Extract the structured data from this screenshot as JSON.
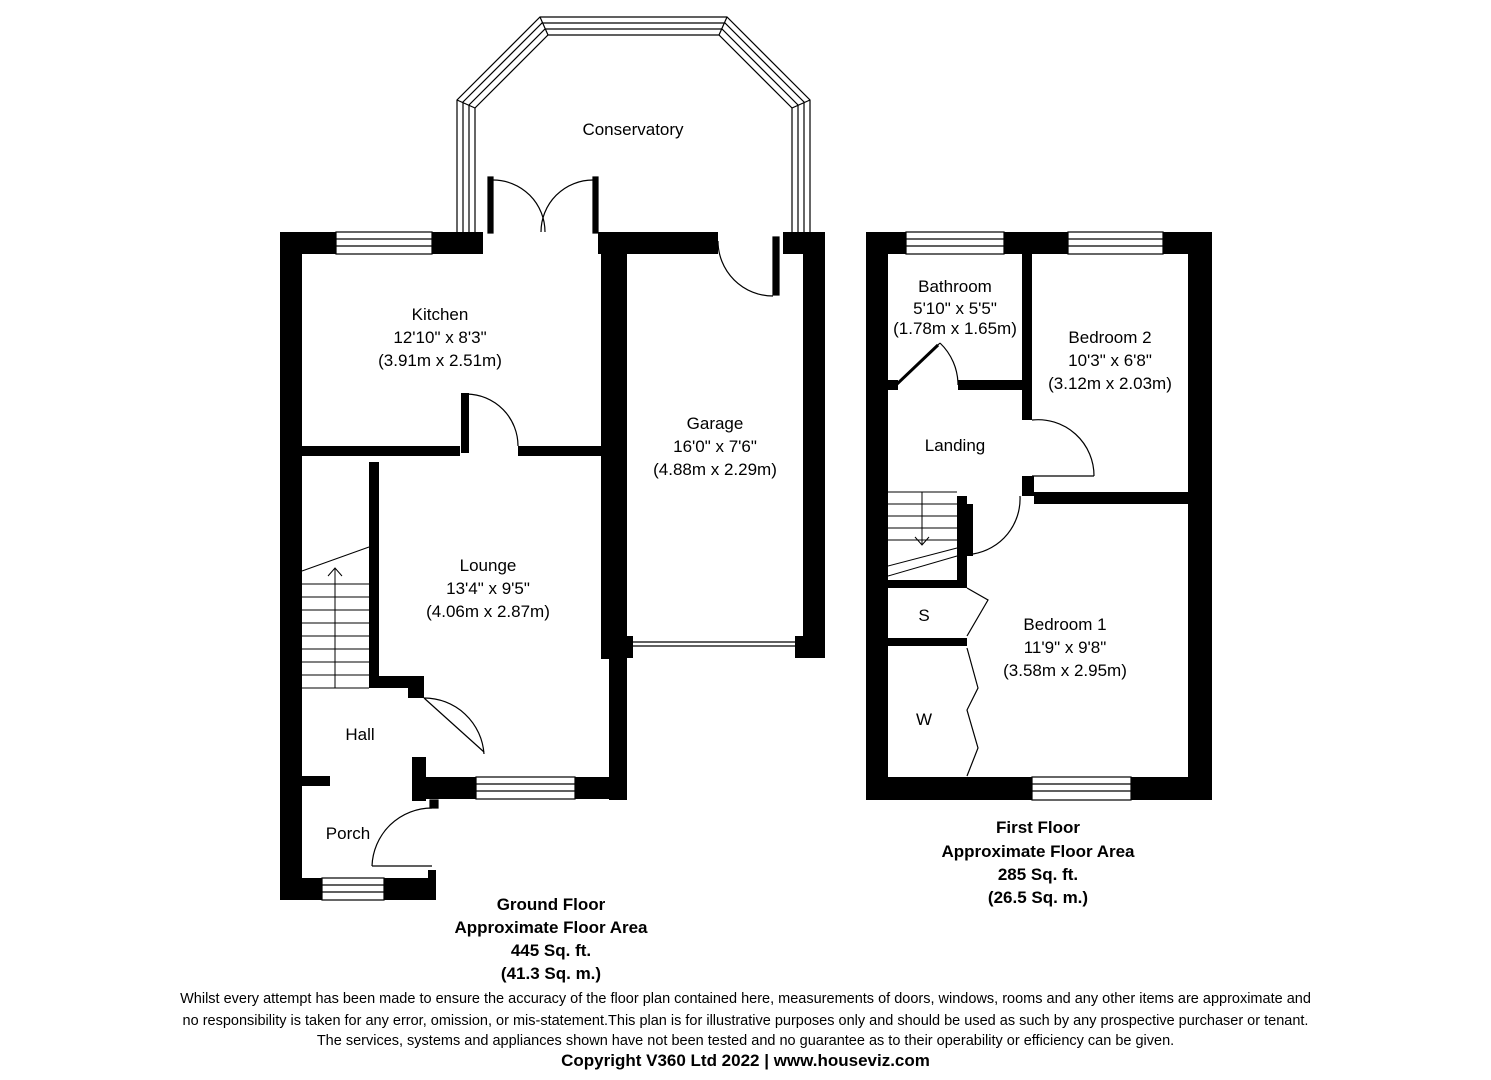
{
  "rooms": {
    "conservatory": {
      "name": "Conservatory"
    },
    "kitchen": {
      "name": "Kitchen",
      "size_imperial": "12'10\" x 8'3\"",
      "size_metric": "(3.91m x 2.51m)"
    },
    "garage": {
      "name": "Garage",
      "size_imperial": "16'0\" x 7'6\"",
      "size_metric": "(4.88m x 2.29m)"
    },
    "lounge": {
      "name": "Lounge",
      "size_imperial": "13'4\" x 9'5\"",
      "size_metric": "(4.06m x 2.87m)"
    },
    "hall": {
      "name": "Hall"
    },
    "porch": {
      "name": "Porch"
    },
    "bathroom": {
      "name": "Bathroom",
      "size_imperial": "5'10\" x 5'5\"",
      "size_metric": "(1.78m x 1.65m)"
    },
    "bedroom2": {
      "name": "Bedroom 2",
      "size_imperial": "10'3\" x 6'8\"",
      "size_metric": "(3.12m x 2.03m)"
    },
    "landing": {
      "name": "Landing"
    },
    "storage": {
      "name": "S"
    },
    "wardrobe": {
      "name": "W"
    },
    "bedroom1": {
      "name": "Bedroom 1",
      "size_imperial": "11'9\" x 9'8\"",
      "size_metric": "(3.58m x 2.95m)"
    }
  },
  "ground_floor": {
    "title": "Ground Floor",
    "area_label": "Approximate Floor Area",
    "area_sqft": "445 Sq. ft.",
    "area_sqm": "(41.3 Sq. m.)"
  },
  "first_floor": {
    "title": "First Floor",
    "area_label": "Approximate Floor Area",
    "area_sqft": "285 Sq. ft.",
    "area_sqm": "(26.5 Sq. m.)"
  },
  "footer": {
    "disclaimer_line1": "Whilst every attempt has been made to ensure the accuracy of the floor plan contained here, measurements of doors, windows, rooms and any other items are approximate and",
    "disclaimer_line2": "no responsibility is taken for any error, omission, or mis-statement.This plan is for illustrative purposes only and should be used as such by any prospective purchaser or tenant.",
    "disclaimer_line3": "The services, systems and appliances shown have not been tested and no guarantee as to their operability or efficiency can be given.",
    "copyright": "Copyright V360 Ltd 2022 | www.houseviz.com"
  },
  "colors": {
    "wall": "#000000",
    "background": "#ffffff",
    "line": "#000000"
  }
}
